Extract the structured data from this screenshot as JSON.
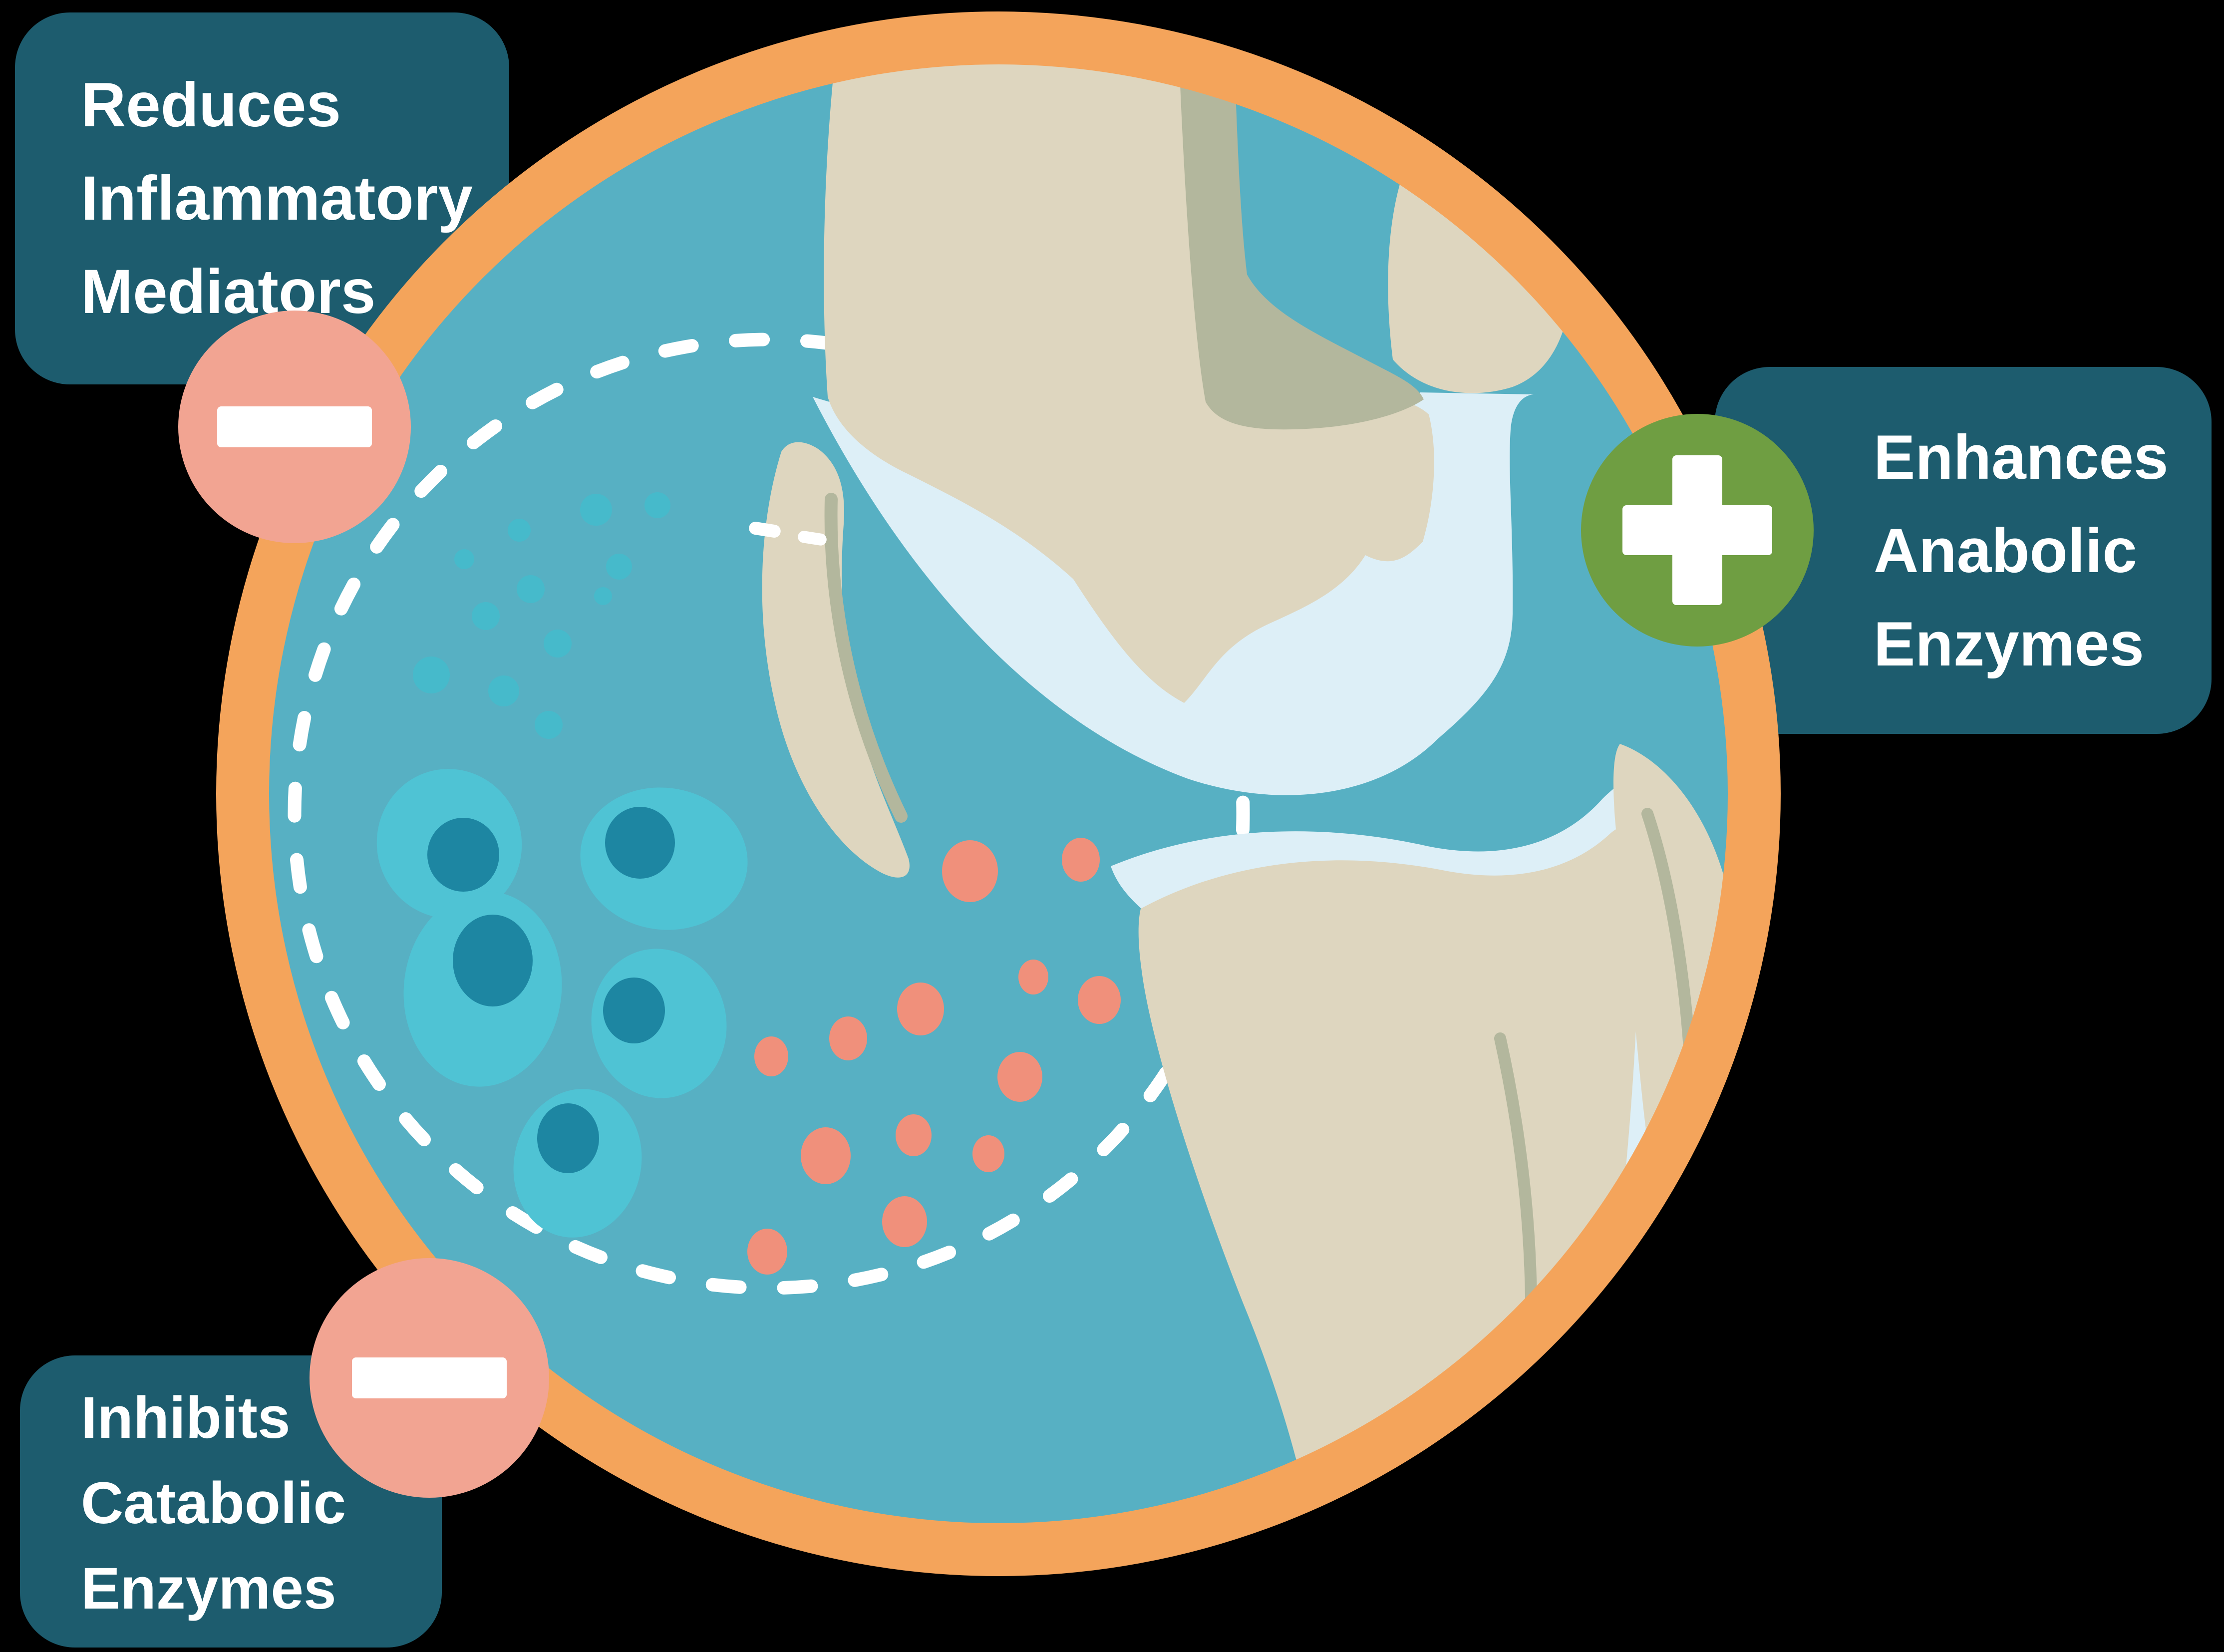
{
  "scene": {
    "background_color": "#000000",
    "circle_fill": "#57b0c3",
    "ring_color": "#f4a45b",
    "box_color": "#1d5c6e",
    "text_color": "#ffffff"
  },
  "annotations": [
    {
      "id": "reduces-inflammatory-mediators",
      "lines": [
        "Reduces",
        "Inflammatory",
        "Mediators"
      ],
      "badge": "minus-icon",
      "badge_color": "#f2a492"
    },
    {
      "id": "enhances-anabolic-enzymes",
      "lines": [
        "Enhances",
        "Anabolic",
        "Enzymes"
      ],
      "badge": "plus-icon",
      "badge_color": "#6f9e42"
    },
    {
      "id": "inhibits-catabolic-enzymes",
      "lines": [
        "Inhibits",
        "Catabolic",
        "Enzymes"
      ],
      "badge": "minus-icon",
      "badge_color": "#f2a492"
    }
  ],
  "illustration": {
    "subject": "knee-joint-cross-section",
    "bone_color": "#ded6bf",
    "bone_shading_color": "#b3b79d",
    "cartilage_color": "#ddeff7",
    "cell_color": "#4fc3d4",
    "cell_nucleus_color": "#1d86a2",
    "matrix_dot_color": "#46bacb",
    "mediator_dot_color": "#f0907b",
    "dashed_region_color": "#ffffff"
  }
}
